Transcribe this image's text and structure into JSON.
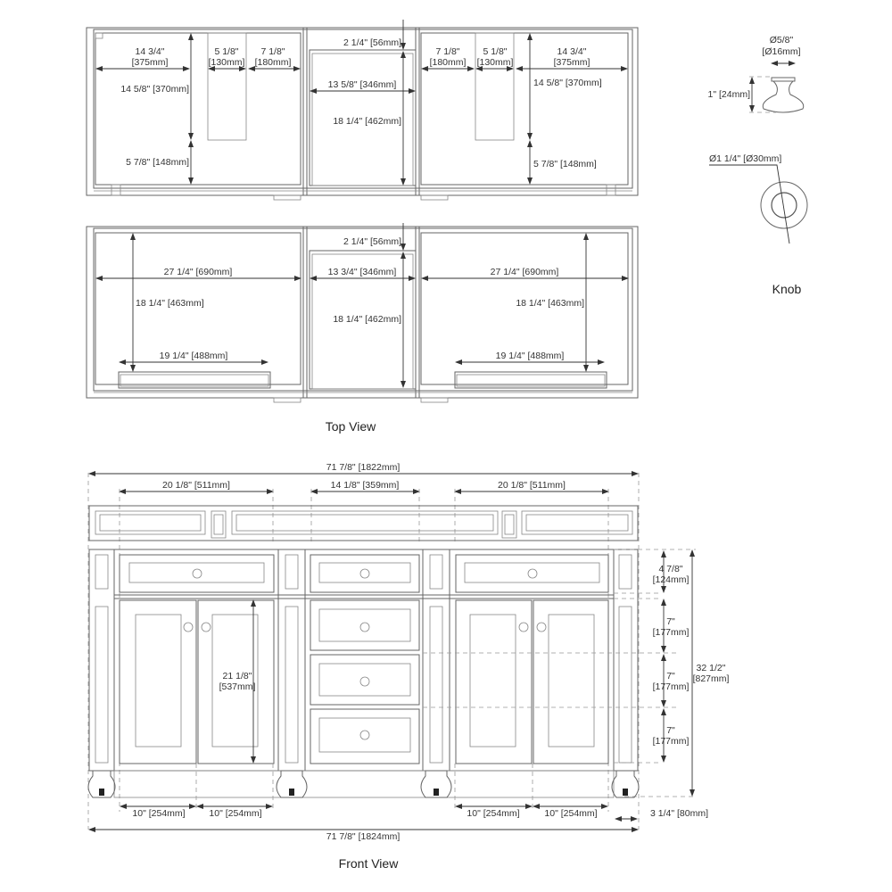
{
  "titles": {
    "top_view": "Top View",
    "front_view": "Front View",
    "knob": "Knob"
  },
  "top_view_upper": {
    "left_width": "14 3/4\"",
    "left_width_mm": "[375mm]",
    "slot_width": "5 1/8\"",
    "slot_width_mm": "[130mm]",
    "inner_width": "7 1/8\"",
    "inner_width_mm": "[180mm]",
    "left_depth": "14 5/8\" [370mm]",
    "left_bottom_depth": "5 7/8\" [148mm]",
    "center_top_gap": "2 1/4\" [56mm]",
    "center_width": "13 5/8\" [346mm]",
    "center_depth": "18 1/4\" [462mm]",
    "right_inner_width": "7 1/8\"",
    "right_inner_width_mm": "[180mm]",
    "right_slot_width": "5 1/8\"",
    "right_slot_width_mm": "[130mm]",
    "right_width": "14 3/4\"",
    "right_width_mm": "[375mm]",
    "right_depth": "14 5/8\" [370mm]",
    "right_bottom_depth": "5 7/8\" [148mm]"
  },
  "top_view_lower": {
    "left_width": "27 1/4\" [690mm]",
    "left_depth": "18 1/4\" [463mm]",
    "left_drawer_width": "19 1/4\" [488mm]",
    "center_top_gap": "2 1/4\" [56mm]",
    "center_width": "13 3/4\" [346mm]",
    "center_depth": "18 1/4\" [462mm]",
    "right_width": "27 1/4\" [690mm]",
    "right_depth": "18 1/4\" [463mm]",
    "right_drawer_width": "19 1/4\" [488mm]"
  },
  "knob": {
    "stem_diameter": "Ø5/8\"",
    "stem_diameter_mm": "[Ø16mm]",
    "height": "1\" [24mm]",
    "face_diameter": "Ø1 1/4\" [Ø30mm]"
  },
  "front_view": {
    "overall_top_width": "71 7/8\" [1822mm]",
    "left_sink_width": "20 1/8\" [511mm]",
    "center_width": "14 1/8\" [359mm]",
    "right_sink_width": "20 1/8\" [511mm]",
    "door_height": "21 1/8\"",
    "door_height_mm": "[537mm]",
    "top_drawer_height": "4 7/8\"",
    "top_drawer_height_mm": "[124mm]",
    "drawer_1_height": "7\"",
    "drawer_1_height_mm": "[177mm]",
    "drawer_2_height": "7\"",
    "drawer_2_height_mm": "[177mm]",
    "drawer_3_height": "7\"",
    "drawer_3_height_mm": "[177mm]",
    "overall_height": "32 1/2\"",
    "overall_height_mm": "[827mm]",
    "door_spacing": [
      "10\" [254mm]",
      "10\" [254mm]",
      "10\" [254mm]",
      "10\" [254mm]"
    ],
    "leg_offset": "3 1/4\" [80mm]",
    "overall_bottom_width": "71 7/8\" [1824mm]"
  }
}
